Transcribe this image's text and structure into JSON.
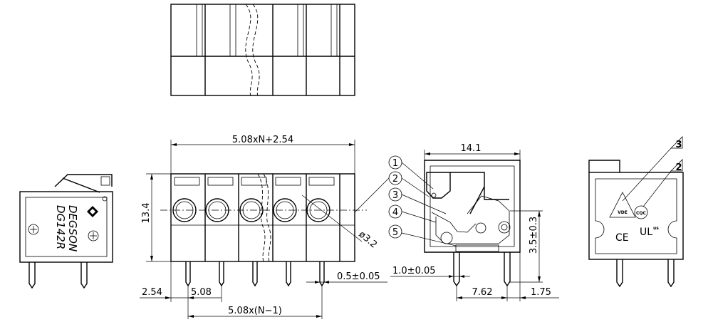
{
  "dimensions": {
    "total_length": "5.08xN+2.54",
    "height": "13.4",
    "hole_diameter": "ø3.2",
    "edge_offset": "2.54",
    "pitch": "5.08",
    "pitch_span": "5.08x(N−1)",
    "pin_width": "0.5±0.05",
    "depth": "14.1",
    "pin_height": "3.5±0.3",
    "pin_thickness": "1.0±0.05",
    "row_pitch": "7.62",
    "row_offset": "1.75"
  },
  "callouts": {
    "c1": "1",
    "c2": "2",
    "c3": "3",
    "c4": "4",
    "c5": "5",
    "t2": "2",
    "t3": "3"
  },
  "marking": {
    "brand": "DEGSON",
    "model": "DG142R",
    "vde": "VDE",
    "ce": "CE",
    "ul": "UL",
    "cqc": "CQC",
    "us": "us"
  }
}
